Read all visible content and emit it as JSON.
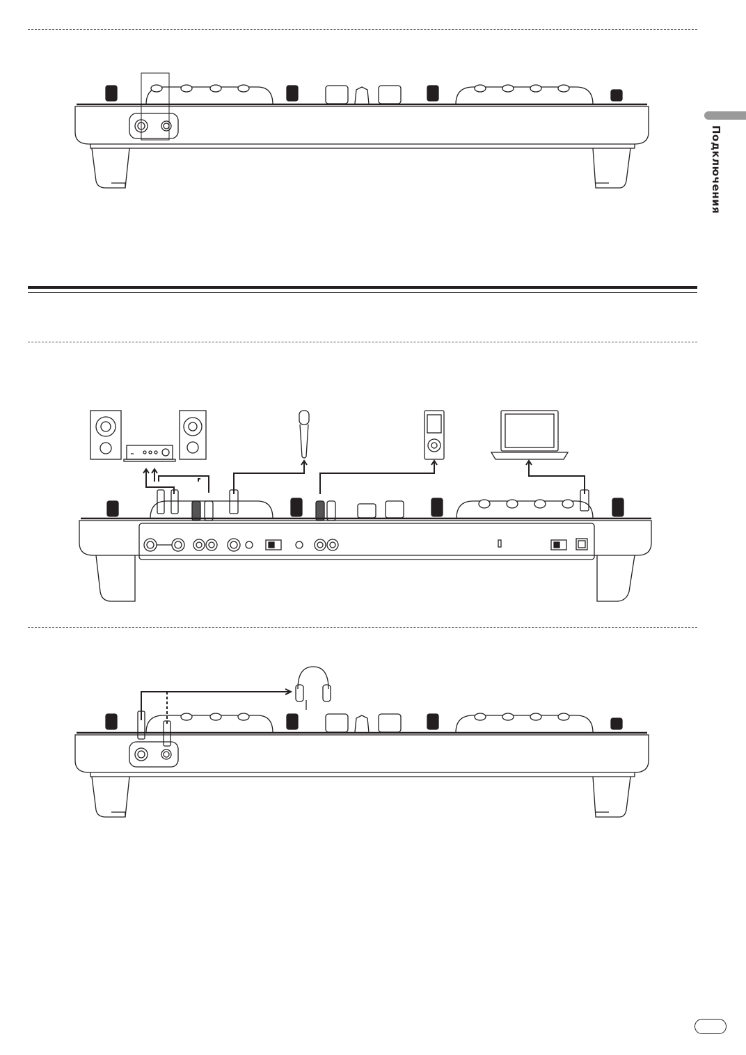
{
  "side_tab": {
    "label": "Подключения"
  },
  "page_badge": {
    "label": ""
  },
  "figures": [
    {
      "name": "front-panel-figure"
    },
    {
      "name": "rear-panel-connections-figure"
    },
    {
      "name": "headphones-connection-figure"
    }
  ],
  "devices": [
    "powered-speakers",
    "amplifier",
    "microphone",
    "portable-player",
    "computer",
    "headphones"
  ],
  "colors": {
    "ink": "#231f20",
    "gray_tab": "#9a9a9a",
    "plug_dark": "#555555"
  }
}
